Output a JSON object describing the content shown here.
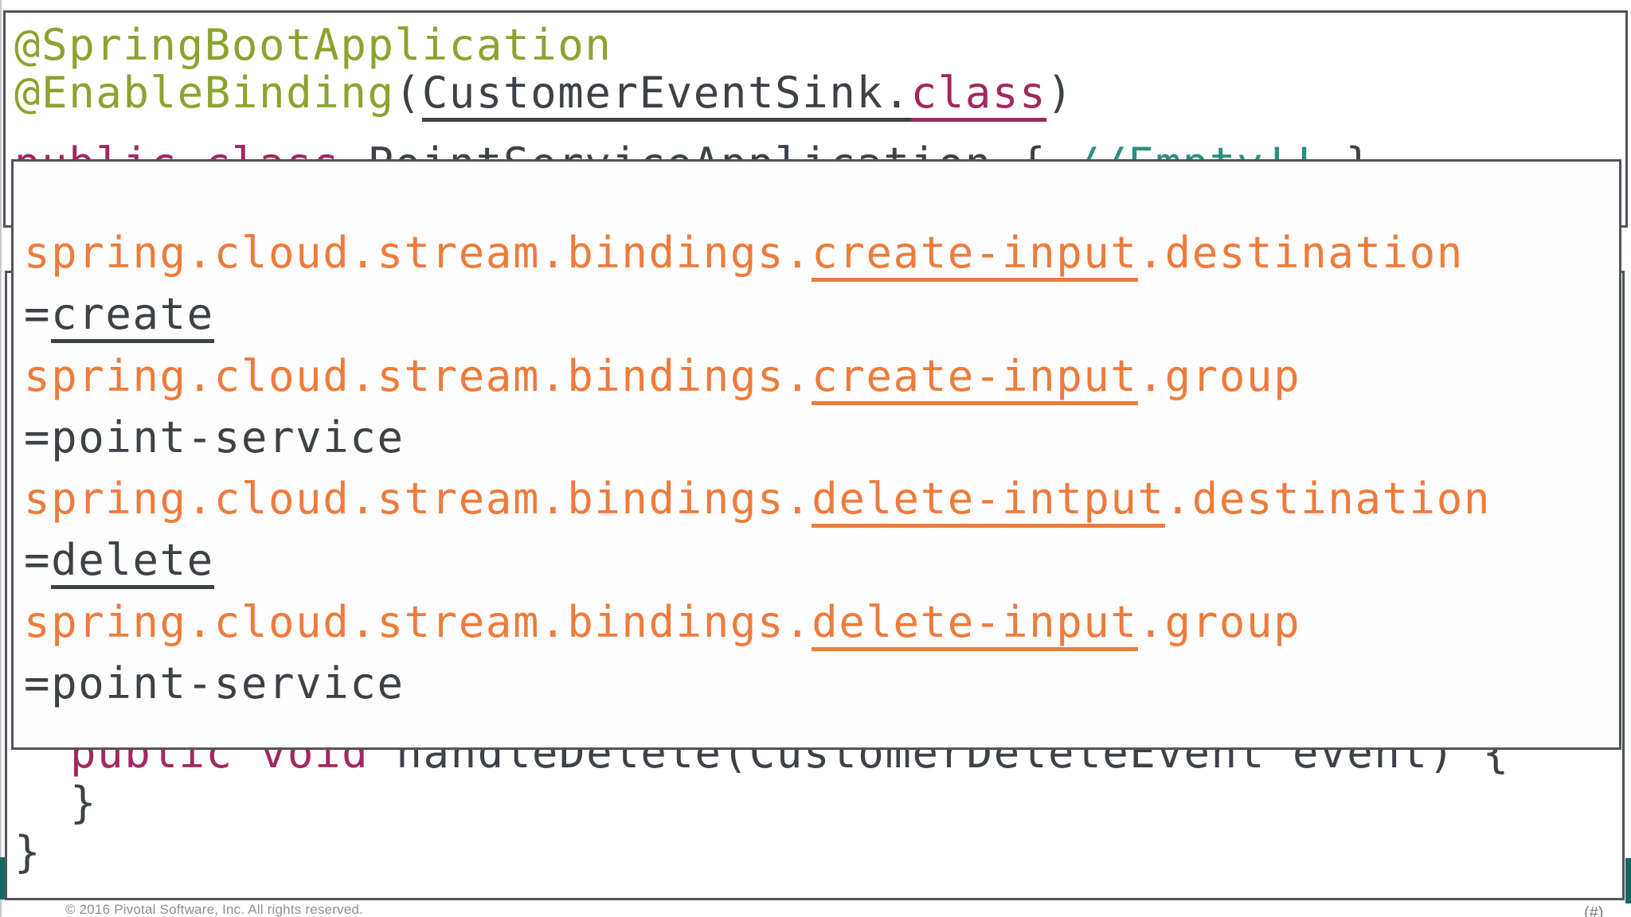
{
  "colors": {
    "annotation": "#8CA32F",
    "keyword": "#A2285F",
    "code": "#3E4145",
    "property": "#EE7B3B",
    "comment": "#2B9080",
    "border": "#515459",
    "teal_bar": "#156A60"
  },
  "code_box_top": {
    "lines": [
      {
        "segments": [
          {
            "text": "@SpringBootApplication",
            "color": "annotation"
          }
        ]
      },
      {
        "segments": [
          {
            "text": "@EnableBinding",
            "color": "annotation"
          },
          {
            "text": "(",
            "color": "code"
          },
          {
            "text": "CustomerEventSink.",
            "color": "code",
            "underline": true
          },
          {
            "text": "class",
            "color": "keyword",
            "underline": true
          },
          {
            "text": ")",
            "color": "code"
          }
        ]
      },
      {
        "segments": [
          {
            "text": "public class ",
            "color": "keyword"
          },
          {
            "text": "PointServiceApplication { ",
            "color": "code"
          },
          {
            "text": "//Empty!! ",
            "color": "comment"
          },
          {
            "text": "}",
            "color": "code"
          }
        ]
      }
    ]
  },
  "properties_overlay": {
    "lines": [
      {
        "segments": [
          {
            "text": "spring.cloud.stream.bindings.",
            "color": "property"
          },
          {
            "text": "create-input",
            "color": "property",
            "underline": true
          },
          {
            "text": ".destination",
            "color": "property"
          }
        ]
      },
      {
        "segments": [
          {
            "text": "=",
            "color": "code"
          },
          {
            "text": "create",
            "color": "code",
            "underline": true
          }
        ]
      },
      {
        "segments": [
          {
            "text": "spring.cloud.stream.bindings.",
            "color": "property"
          },
          {
            "text": "create-input",
            "color": "property",
            "underline": true
          },
          {
            "text": ".group",
            "color": "property"
          }
        ]
      },
      {
        "segments": [
          {
            "text": "=point-service",
            "color": "code"
          }
        ]
      },
      {
        "segments": [
          {
            "text": "spring.cloud.stream.bindings.",
            "color": "property"
          },
          {
            "text": "delete-intput",
            "color": "property",
            "underline": true
          },
          {
            "text": ".destination",
            "color": "property"
          }
        ]
      },
      {
        "segments": [
          {
            "text": "=",
            "color": "code"
          },
          {
            "text": "delete",
            "color": "code",
            "underline": true
          }
        ]
      },
      {
        "segments": [
          {
            "text": "spring.cloud.stream.bindings.",
            "color": "property"
          },
          {
            "text": "delete-input",
            "color": "property",
            "underline": true
          },
          {
            "text": ".group",
            "color": "property"
          }
        ]
      },
      {
        "segments": [
          {
            "text": "=point-service",
            "color": "code"
          }
        ]
      }
    ]
  },
  "code_box_bottom": {
    "lines": [
      {
        "segments": [
          {
            "text": "public void ",
            "color": "keyword"
          },
          {
            "text": "handleDelete(CustomerDeleteEvent event) {",
            "color": "code"
          }
        ]
      },
      {
        "segments": [
          {
            "text": "}",
            "color": "code"
          }
        ]
      },
      {
        "segments": [
          {
            "text": "}",
            "color": "code"
          }
        ]
      }
    ]
  },
  "footer": {
    "copyright": "© 2016 Pivotal Software, Inc.  All rights reserved.",
    "page_number": "(#)"
  }
}
